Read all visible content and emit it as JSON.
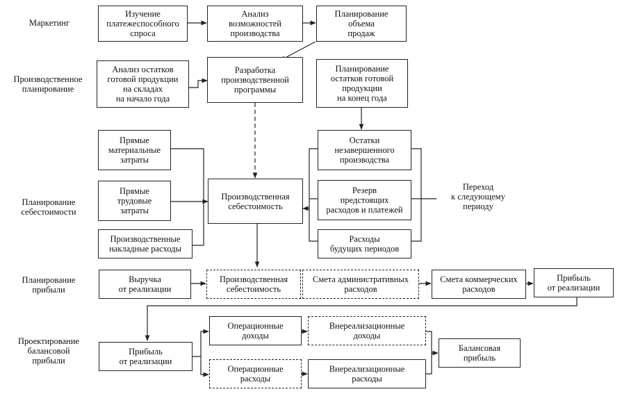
{
  "sections": {
    "marketing": "Маркетинг",
    "production_planning": "Производственное\nпланирование",
    "cost_planning": "Планирование\nсебестоимости",
    "profit_planning": "Планирование\nприбыли",
    "balance_profit_design": "Проектирование\nбалансовой\nприбыли"
  },
  "boxes": {
    "demand_study": "Изучение\nплатежеспособного\nспроса",
    "production_capacity": "Анализ\nвозможностей\nпроизводства",
    "sales_planning": "Планирование\nобъема\nпродаж",
    "stock_start": "Анализ остатков\nготовой продукции\nна складах\nна начало года",
    "production_program": "Разработка\nпроизводственной\nпрограммы",
    "stock_end": "Планирование\nостатков готовой\nпродукции\nна конец года",
    "direct_material": "Прямые\nматериальные\nзатраты",
    "direct_labor": "Прямые\nтрудовые\nзатраты",
    "overhead": "Производственные\nнакладные расходы",
    "production_cost": "Производственная\nсебестоимость",
    "wip": "Остатки\nнезавершенного\nпроизводства",
    "reserve": "Резерв\nпредстоящих\nрасходов и платежей",
    "future_expenses": "Расходы\nбудущих периодов",
    "transition_note": "Переход\nк следующему\nпериоду",
    "revenue": "Выручка\nот реализации",
    "production_cost_2": "Производственная\nсебестоимость",
    "admin_budget": "Смета административных\nрасходов",
    "commercial_budget": "Смета коммерческих\nрасходов",
    "sales_profit": "Прибыль\nот реализации",
    "sales_profit_2": "Прибыль\nот реализации",
    "operating_income": "Операционные\nдоходы",
    "nonoperating_income": "Внереализационные\nдоходы",
    "operating_expenses": "Операционные\nрасходы",
    "nonoperating_expenses": "Внереализационные\nрасходы",
    "balance_profit": "Балансовая\nприбыль"
  }
}
